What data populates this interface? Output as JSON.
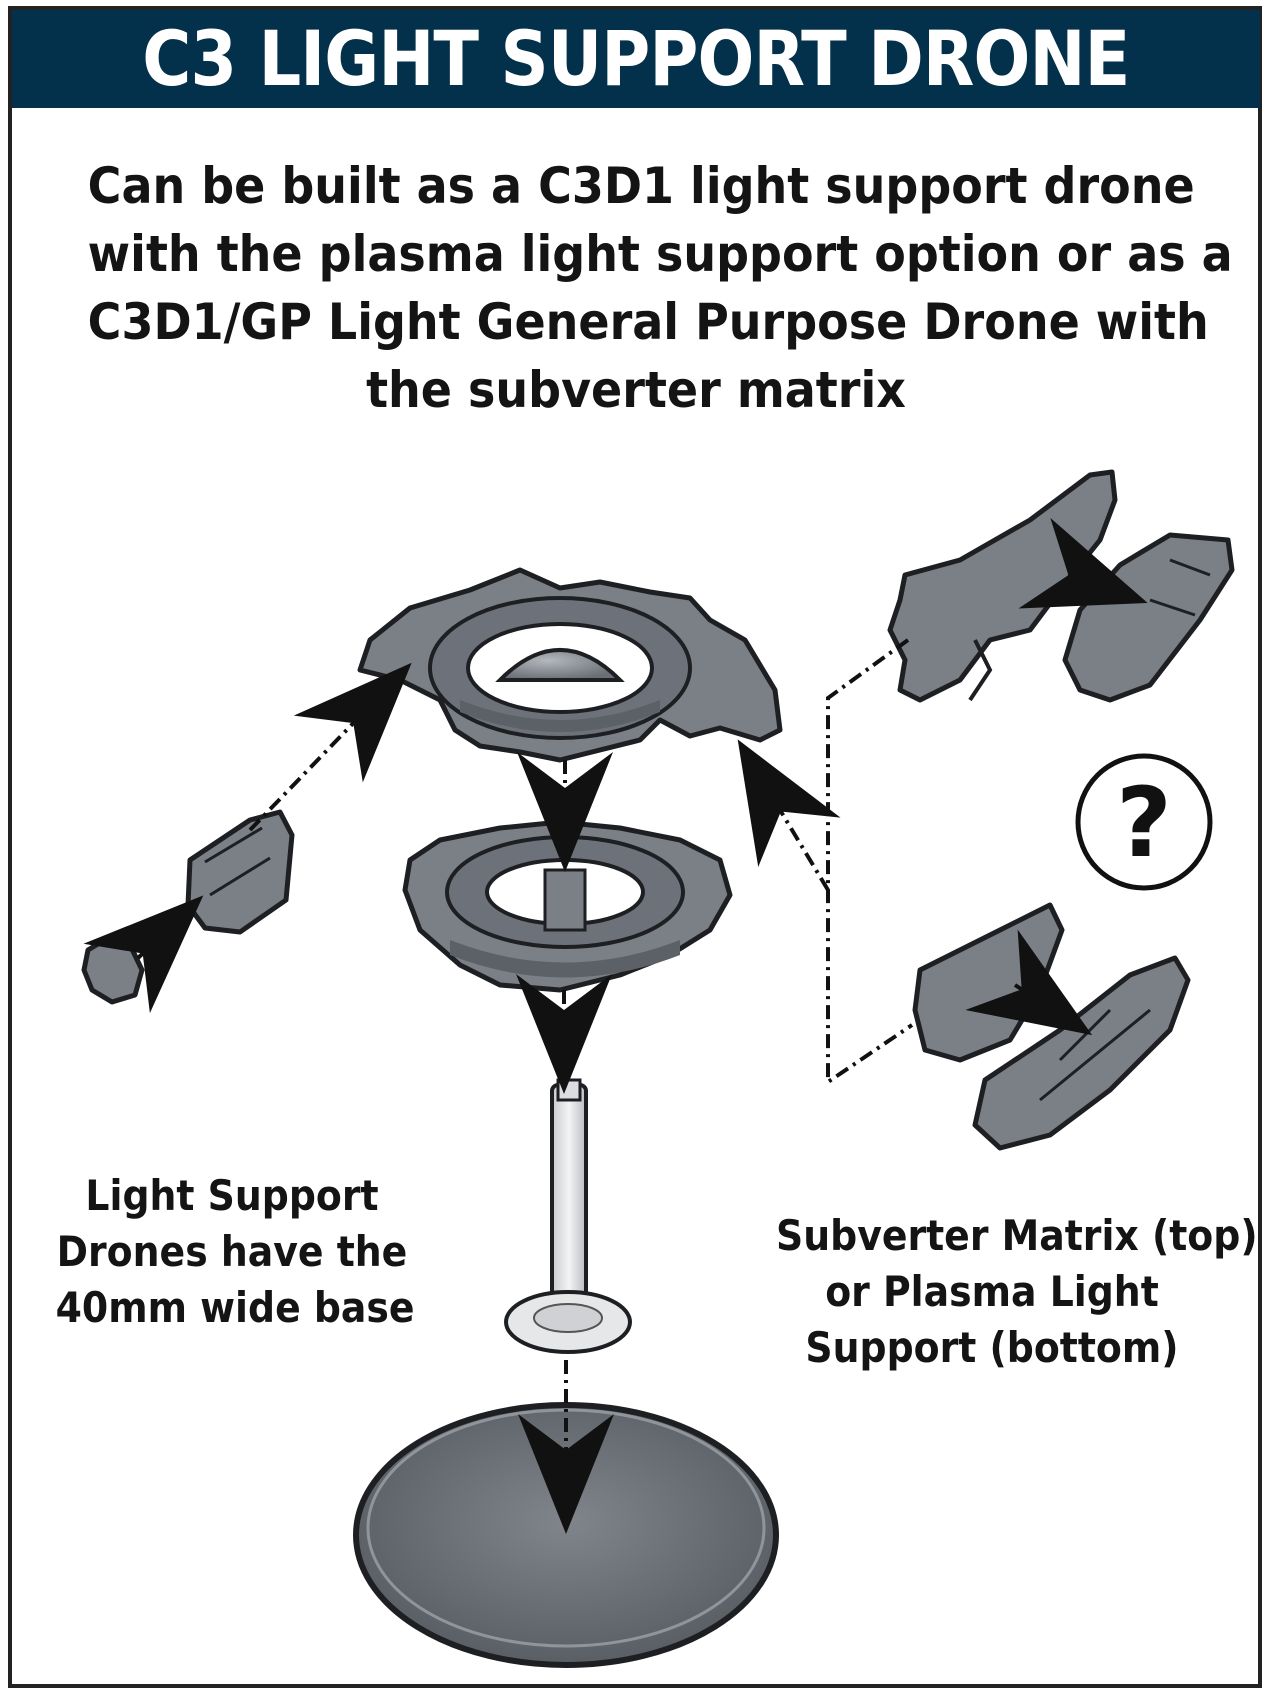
{
  "header": {
    "title": "C3 LIGHT SUPPORT DRONE",
    "background": "#03304a"
  },
  "intro": {
    "lines": [
      "Can be built as a C3D1 light support drone",
      "with the plasma light support option or as a",
      "C3D1/GP Light General Purpose Drone with",
      "the subverter matrix"
    ]
  },
  "notes": {
    "base": {
      "lines": [
        "Light Support",
        "Drones have the",
        "40mm wide base"
      ]
    },
    "options": {
      "lines": [
        "Subverter Matrix (top)",
        "or Plasma Light",
        "Support (bottom)"
      ]
    }
  },
  "option_marker": {
    "symbol": "?",
    "icon": "question-circle-icon"
  },
  "colors": {
    "part_fill": "#7b8087",
    "part_shadow": "#5c6168",
    "part_outline": "#1e1f22",
    "text": "#141414"
  }
}
